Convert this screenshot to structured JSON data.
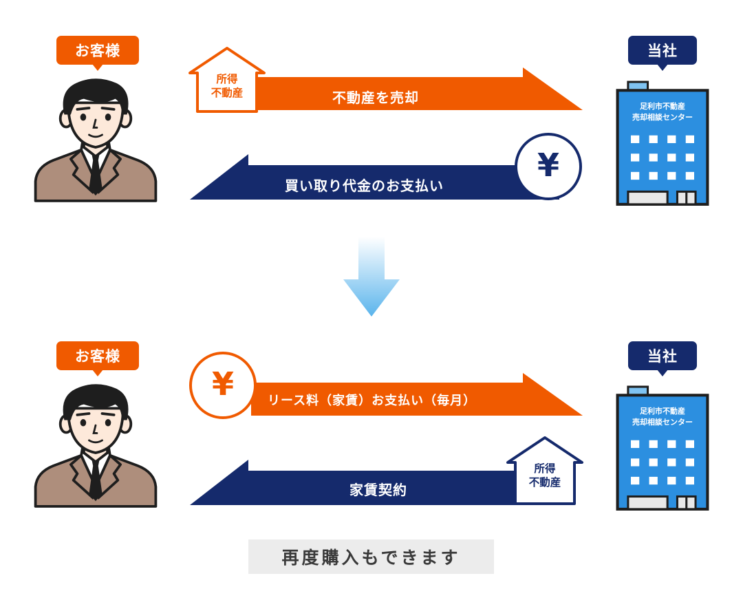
{
  "top": {
    "customer_label": "お客様",
    "company_label": "当社",
    "building_line1": "足利市不動産",
    "building_line2": "売却相談センター",
    "house_line1": "所得",
    "house_line2": "不動産",
    "arrow_right_label": "不動産を売却",
    "arrow_left_label": "買い取り代金のお支払い",
    "yen_symbol": "¥"
  },
  "bottom": {
    "customer_label": "お客様",
    "company_label": "当社",
    "building_line1": "足利市不動産",
    "building_line2": "売却相談センター",
    "house_line1": "所得",
    "house_line2": "不動産",
    "arrow_right_label": "リース料（家賃）お支払い（毎月）",
    "arrow_left_label": "家賃契約",
    "yen_symbol": "¥"
  },
  "footer_text": "再度購入もできます",
  "colors": {
    "orange": "#f05a00",
    "navy": "#152a6c",
    "sky_blue": "#5ab4ec",
    "building_blue": "#2c8fe0"
  }
}
